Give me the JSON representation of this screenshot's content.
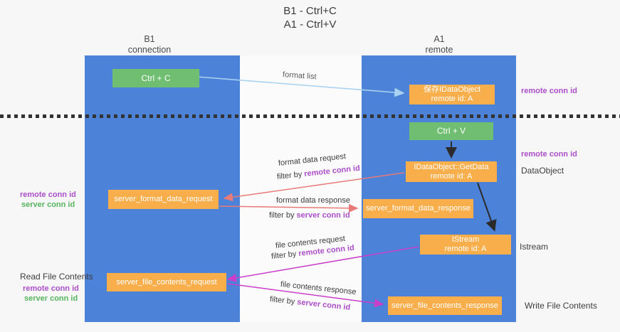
{
  "title": {
    "line1": "B1 - Ctrl+C",
    "line2": "A1 - Ctrl+V"
  },
  "lanes": {
    "left": {
      "name": "B1",
      "role": "connection"
    },
    "right": {
      "name": "A1",
      "role": "remote"
    }
  },
  "nodes": {
    "ctrl_c": {
      "label": "Ctrl + C"
    },
    "save_dataobject": {
      "line1": "保存IDataObject",
      "line2": "remote id: A"
    },
    "ctrl_v": {
      "label": "Ctrl + V"
    },
    "getdata": {
      "line1": "IDataObject::GetData",
      "line2": "remote id: A"
    },
    "format_request": {
      "label": "server_format_data_request"
    },
    "format_response": {
      "label": "server_format_data_response"
    },
    "istream": {
      "line1": "IStream",
      "line2": "remote id: A"
    },
    "file_request": {
      "label": "server_file_contents_request"
    },
    "file_response": {
      "label": "server_file_contents_response"
    }
  },
  "arrows": {
    "format_list": {
      "label": "format list"
    },
    "format_data_request": {
      "label": "format data request",
      "filter_prefix": "filter by ",
      "filter_key": "remote conn id"
    },
    "format_data_response": {
      "label": "format data response",
      "filter_prefix": "filter by ",
      "filter_key": "server conn id"
    },
    "file_contents_request": {
      "label": "file contents request",
      "filter_prefix": "filter by ",
      "filter_key": "remote conn id"
    },
    "file_contents_response": {
      "label": "file contents response",
      "filter_prefix": "filter by ",
      "filter_key": "server conn id"
    }
  },
  "side_labels": {
    "right_remote_conn_id_top": "remote conn id",
    "right_remote_conn_id_mid": "remote conn id",
    "right_dataobject": "DataObject",
    "right_istream": "Istream",
    "right_write_file_contents": "Write File Contents",
    "left_remote_conn_id_top": "remote conn id",
    "left_server_conn_id_top": "server conn id",
    "left_read_file_contents": "Read File Contents",
    "left_remote_conn_id_bottom": "remote conn id",
    "left_server_conn_id_bottom": "server conn id"
  },
  "colors": {
    "lane_blue": "#4C82D8",
    "node_orange": "#F8AE4B",
    "node_green": "#6FBE72",
    "purple_text": "#AB4EC8",
    "green_text": "#55B45F",
    "salmon_arrow": "#E87A7A",
    "magenta_arrow": "#CA3FCA",
    "light_blue_arrow": "#A8D2F0",
    "black_arrow": "#2B2B2B"
  }
}
